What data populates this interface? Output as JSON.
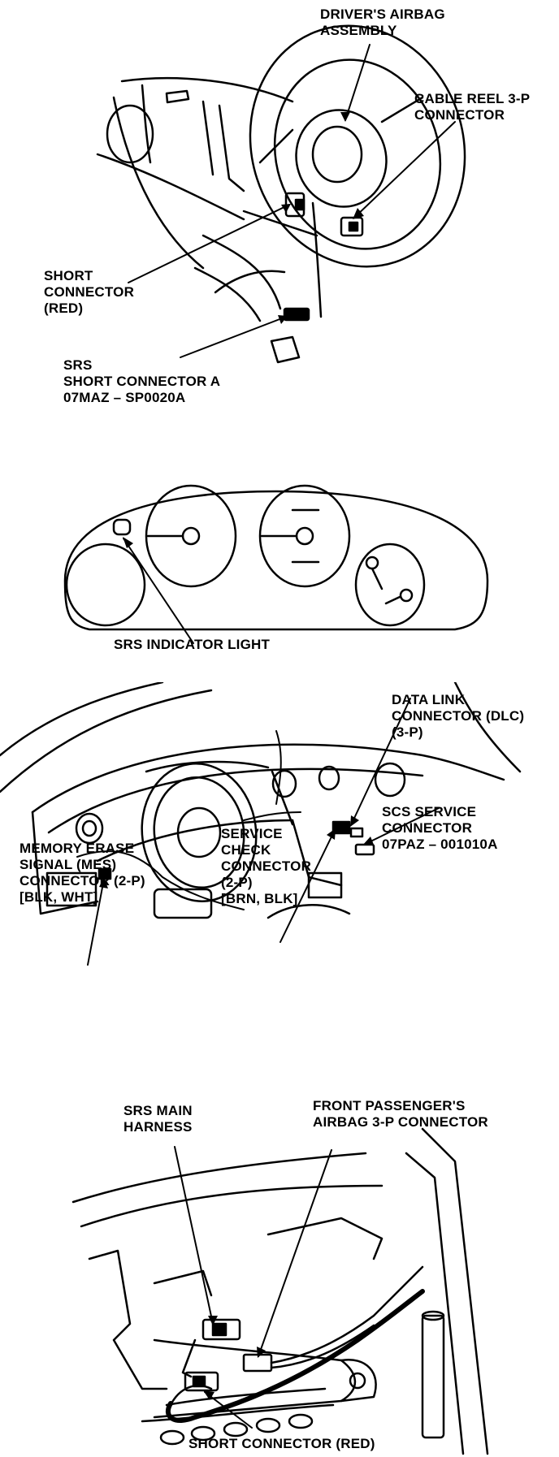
{
  "panel1": {
    "airbag_assembly": [
      "DRIVER'S AIRBAG",
      "ASSEMBLY"
    ],
    "cable_reel": [
      "CABLE REEL 3-P",
      "CONNECTOR"
    ],
    "short_connector": [
      "SHORT",
      "CONNECTOR",
      "(RED)"
    ],
    "srs_short_a": [
      "SRS",
      "SHORT CONNECTOR A",
      "07MAZ – SP0020A"
    ]
  },
  "panel2": {
    "indicator": "SRS INDICATOR LIGHT"
  },
  "panel3": {
    "dlc": [
      "DATA LINK",
      "CONNECTOR (DLC)",
      "(3-P)"
    ],
    "scs": [
      "SCS SERVICE",
      "CONNECTOR",
      "07PAZ – 001010A"
    ],
    "service_check": [
      "SERVICE",
      "CHECK",
      "CONNECTOR",
      "(2-P)",
      "[BRN, BLK]"
    ],
    "mes": [
      "MEMORY ERASE",
      "SIGNAL (MES)",
      "CONNECTOR (2-P)",
      "[BLK, WHT]"
    ]
  },
  "panel4": {
    "main_harness": [
      "SRS MAIN",
      "HARNESS"
    ],
    "passenger": [
      "FRONT PASSENGER'S",
      "AIRBAG 3-P CONNECTOR"
    ],
    "short_connector": "SHORT CONNECTOR (RED)"
  }
}
